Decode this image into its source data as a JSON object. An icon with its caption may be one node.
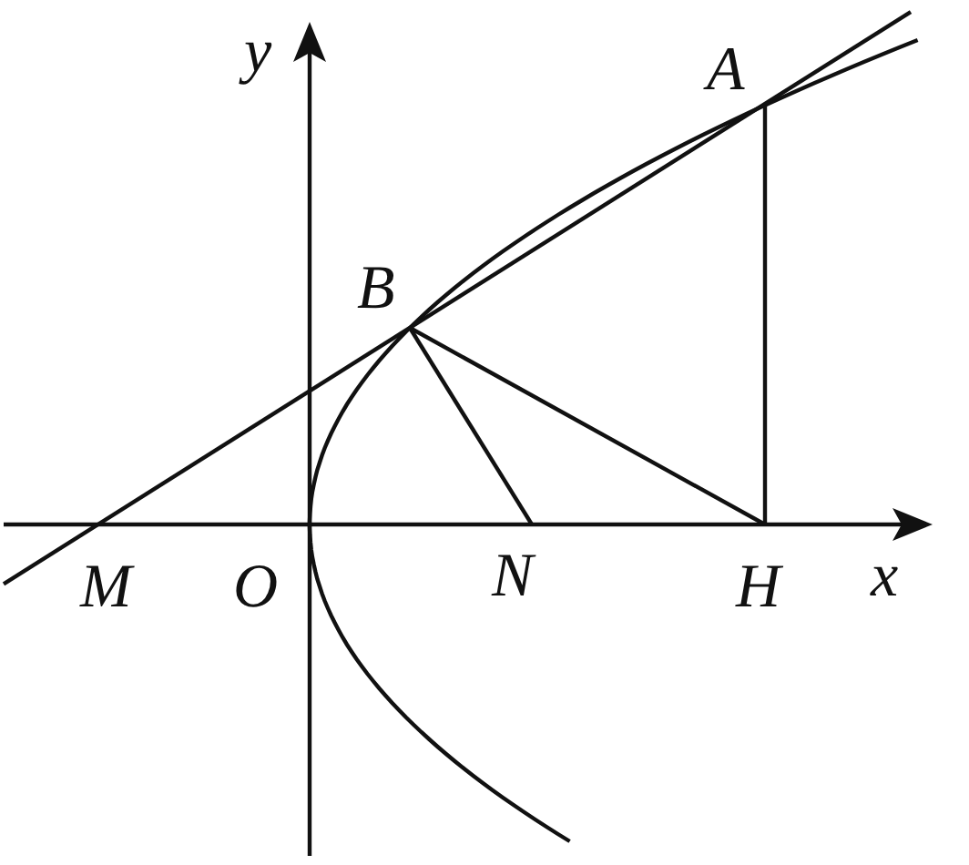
{
  "diagram": {
    "labels": [
      "y",
      "A",
      "B",
      "M",
      "O",
      "N",
      "H",
      "x"
    ]
  }
}
